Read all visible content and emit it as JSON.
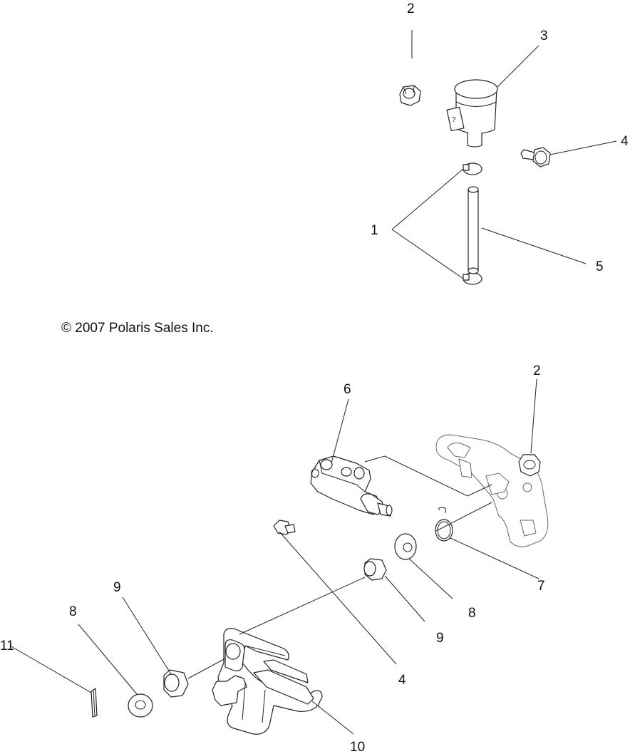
{
  "copyright": "© 2007 Polaris Sales Inc.",
  "callouts": {
    "top_2": "2",
    "top_3": "3",
    "top_4": "4",
    "top_1": "1",
    "top_5": "5",
    "bot_6": "6",
    "bot_2": "2",
    "bot_7": "7",
    "bot_8_right": "8",
    "bot_9_right": "9",
    "bot_4": "4",
    "bot_9_left": "9",
    "bot_8_left": "8",
    "bot_11": "11",
    "bot_10": "10"
  }
}
